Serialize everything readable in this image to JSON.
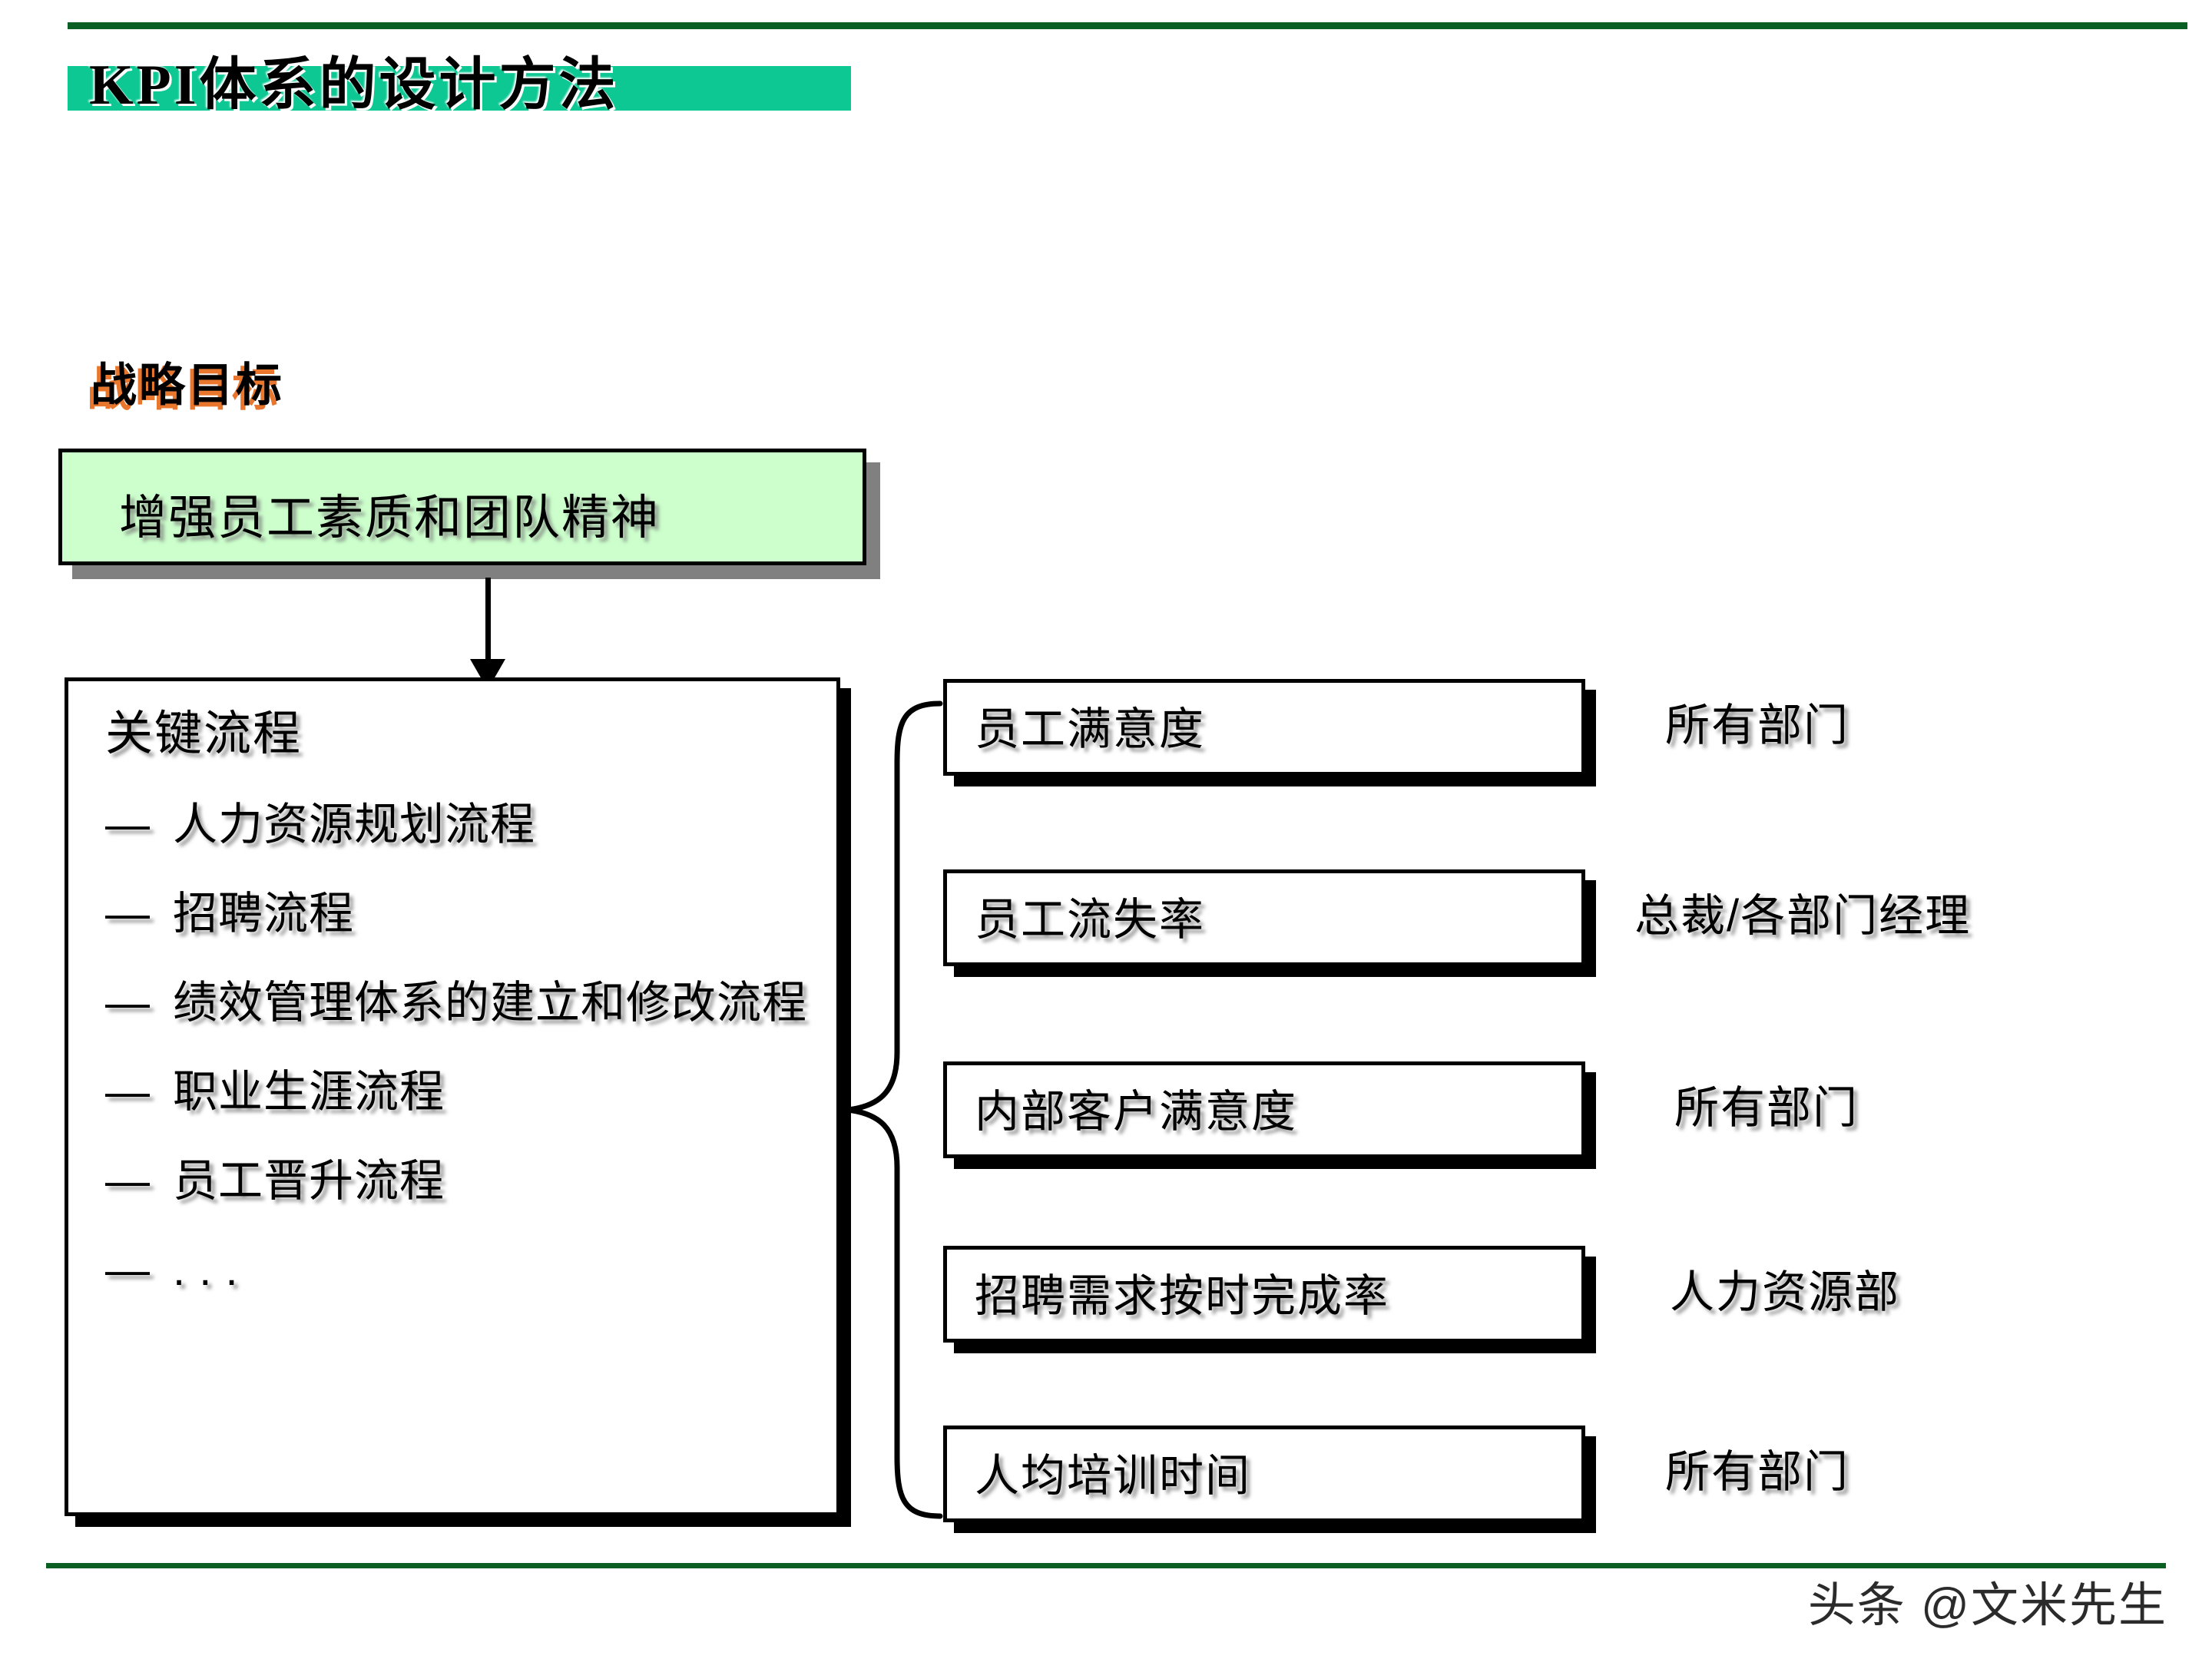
{
  "slide": {
    "title": "KPI体系的设计方法",
    "accent_green_bar": "#0EC894",
    "rule_green": "#0A6023",
    "strategy_shadow_orange": "#E8762C",
    "strategy_box_fill": "#CCFFCC"
  },
  "strategy": {
    "caption": "战略目标",
    "goal": "增强员工素质和团队精神"
  },
  "process": {
    "title": "关键流程",
    "items": [
      "人力资源规划流程",
      "招聘流程",
      "绩效管理体系的建立和修改流程",
      "职业生涯流程",
      "员工晋升流程",
      ". . ."
    ]
  },
  "kpis": [
    {
      "name": "员工满意度",
      "owner": "所有部门"
    },
    {
      "name": "员工流失率",
      "owner": "总裁/各部门经理"
    },
    {
      "name": "内部客户满意度",
      "owner": "所有部门"
    },
    {
      "name": "招聘需求按时完成率",
      "owner": "人力资源部"
    },
    {
      "name": "人均培训时间",
      "owner": "所有部门"
    }
  ],
  "footer": {
    "watermark": "头条 @文米先生"
  }
}
